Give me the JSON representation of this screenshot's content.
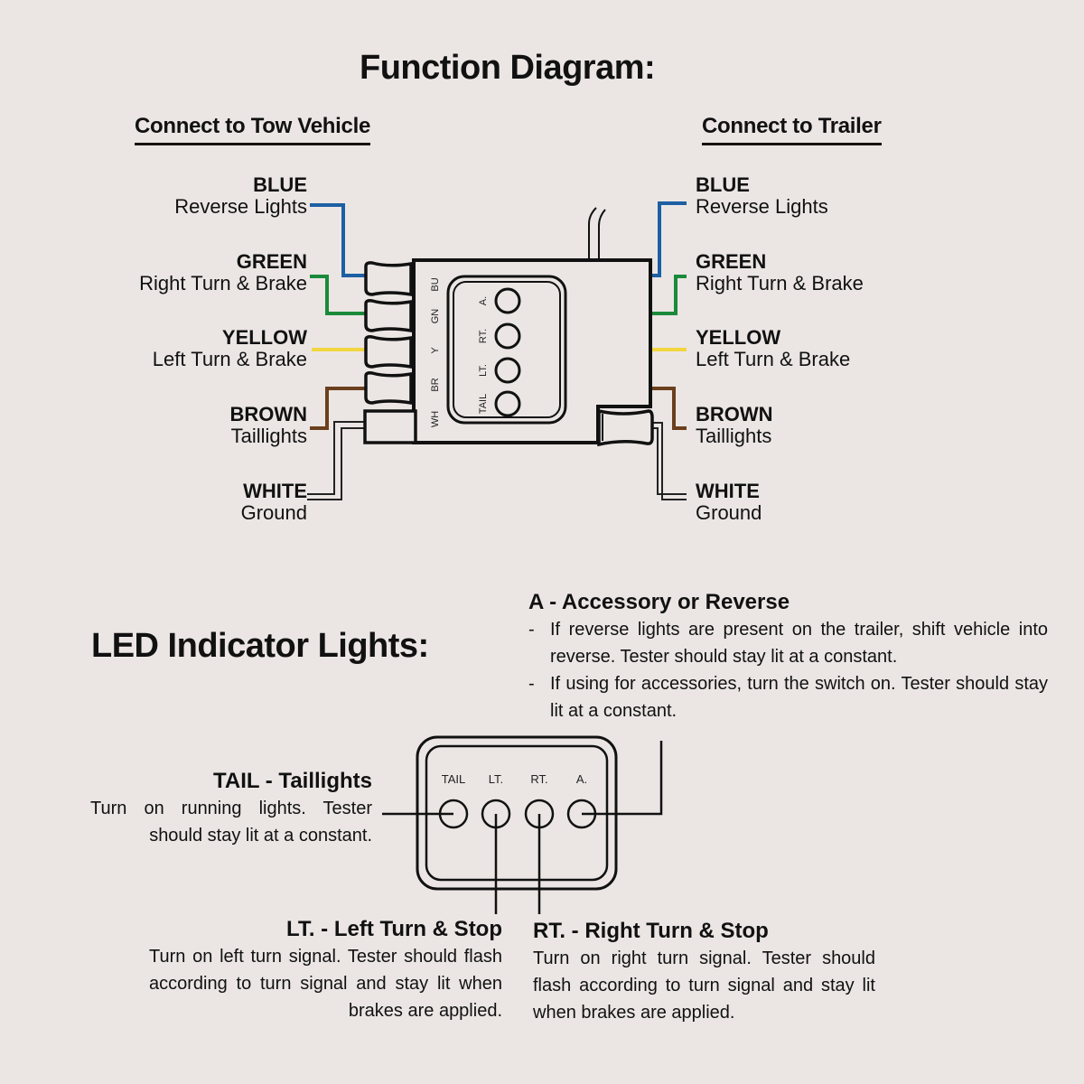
{
  "function_diagram": {
    "title": "Function Diagram:",
    "tow_vehicle_heading": "Connect to Tow Vehicle",
    "trailer_heading": "Connect to Trailer",
    "wires": [
      {
        "color_name": "BLUE",
        "function": "Reverse Lights",
        "hex": "#1d5fa3"
      },
      {
        "color_name": "GREEN",
        "function": "Right Turn & Brake",
        "hex": "#1a8a3a"
      },
      {
        "color_name": "YELLOW",
        "function": "Left Turn & Brake",
        "hex": "#f2d640"
      },
      {
        "color_name": "BROWN",
        "function": "Taillights",
        "hex": "#6b3f1d"
      },
      {
        "color_name": "WHITE",
        "function": "Ground",
        "hex": "#ffffff"
      }
    ],
    "pin_labels": [
      "BU",
      "GN",
      "Y",
      "BR",
      "WH"
    ],
    "led_labels": [
      "A.",
      "RT.",
      "LT.",
      "TAIL"
    ]
  },
  "led_indicators": {
    "title": "LED Indicator Lights:",
    "panel_labels": [
      "TAIL",
      "LT.",
      "RT.",
      "A."
    ],
    "accessory": {
      "heading": "A - Accessory or Reverse",
      "bullets": [
        "If reverse lights are present on the trailer, shift vehicle into reverse. Tester should stay lit at a constant.",
        "If using for accessories, turn the switch on. Tester should stay lit at a constant."
      ]
    },
    "tail": {
      "heading": "TAIL - Taillights",
      "body": "Turn on running lights. Tester should stay lit at a constant."
    },
    "left": {
      "heading": "LT. - Left Turn & Stop",
      "body": "Turn on left turn signal. Tester should flash according to turn signal and stay lit when brakes are applied."
    },
    "right": {
      "heading": "RT. - Right Turn & Stop",
      "body": "Turn on right turn signal. Tester should flash according to turn signal and stay lit when brakes are applied."
    }
  }
}
